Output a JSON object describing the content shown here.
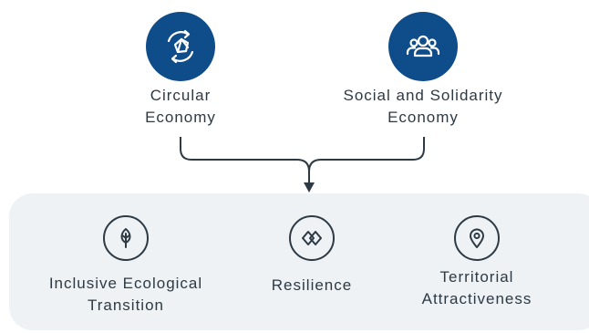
{
  "inputs": [
    {
      "label_line1": "Circular",
      "label_line2": "Economy",
      "icon": "circular-economy-icon"
    },
    {
      "label_line1": "Social and Solidarity",
      "label_line2": "Economy",
      "icon": "people-group-icon"
    }
  ],
  "pillars": [
    {
      "label_line1": "Inclusive Ecological",
      "label_line2": "Transition",
      "icon": "leaf-icon"
    },
    {
      "label_line1": "Resilience",
      "label_line2": "",
      "icon": "diamond-arrows-icon"
    },
    {
      "label_line1": "Territorial",
      "label_line2": "Attractiveness",
      "icon": "location-pin-icon"
    }
  ],
  "colors": {
    "accent": "#0f4c8a",
    "text": "#2d3a44",
    "panel": "#eef2f5"
  }
}
